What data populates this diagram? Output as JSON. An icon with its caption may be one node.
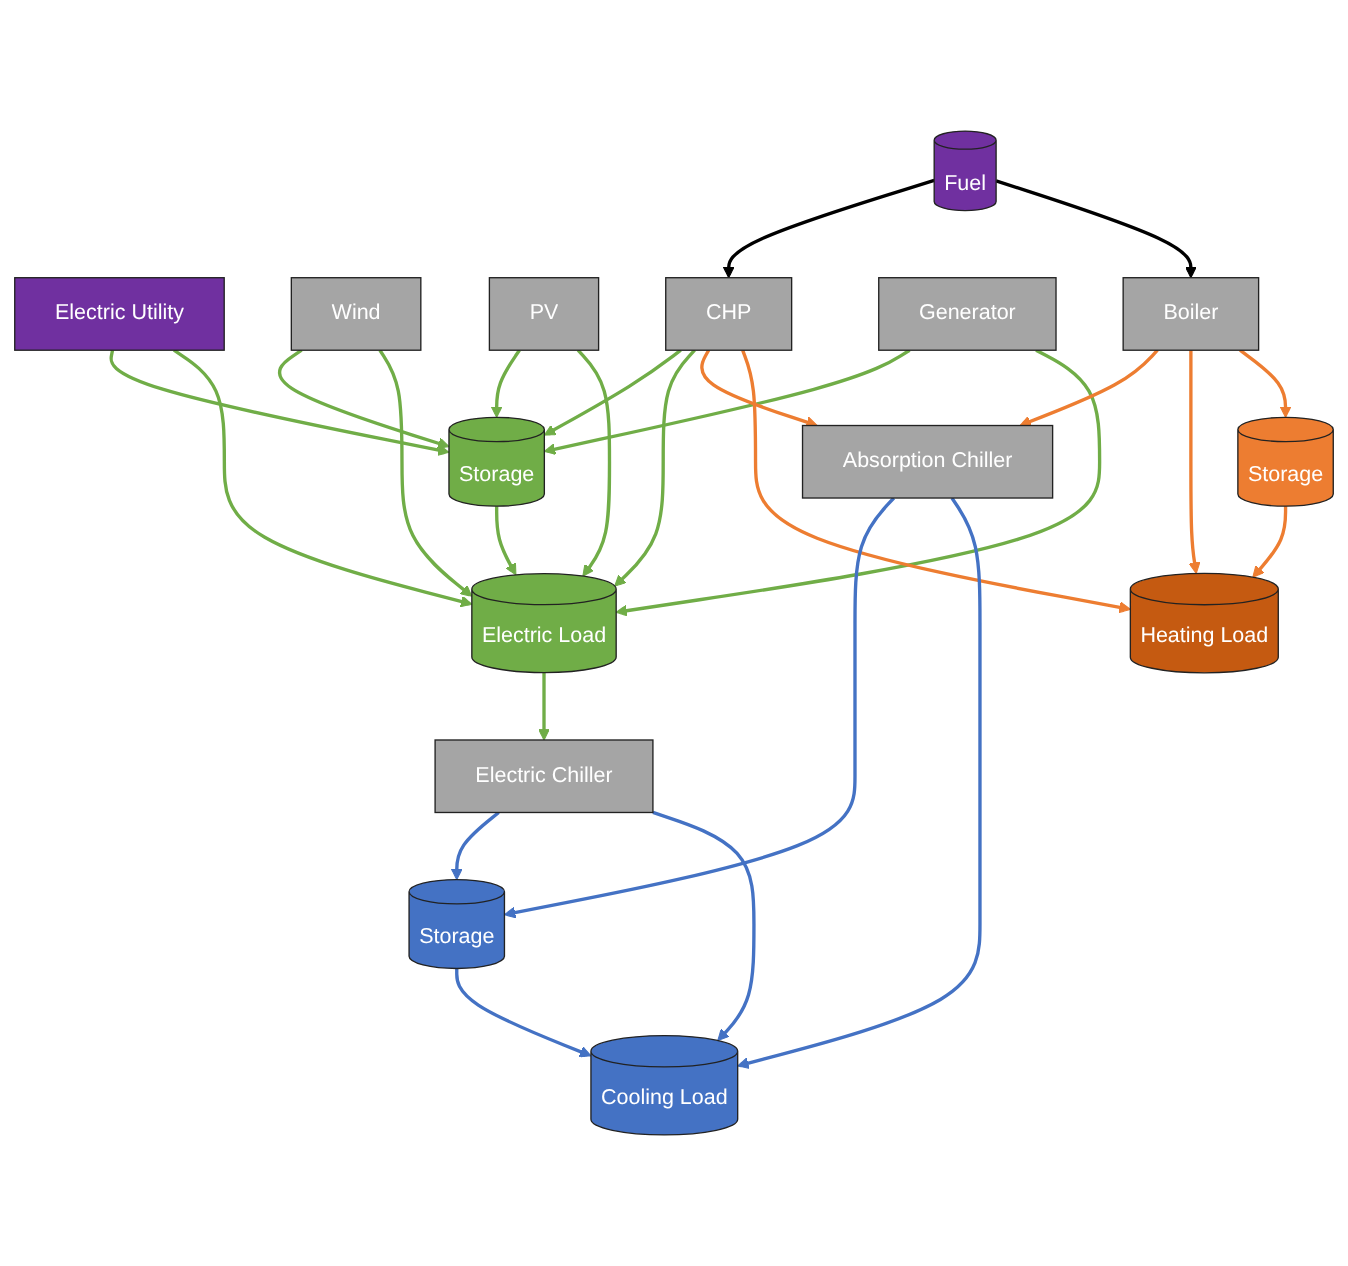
{
  "diagram": {
    "nodes": [
      {
        "text": [
          "Electric Utility"
        ]
      },
      {
        "text": [
          "Wind"
        ]
      },
      {
        "text": [
          "Storage"
        ]
      },
      {
        "text": [
          "PV"
        ]
      },
      {
        "text": [
          "CHP"
        ]
      },
      {
        "text": [
          "Fuel"
        ]
      },
      {
        "text": [
          "Generator"
        ]
      },
      {
        "text": [
          "Electric Load"
        ]
      },
      {
        "text": [
          "Boiler"
        ]
      },
      {
        "text": [
          "Storage"
        ]
      },
      {
        "text": [
          "Storage"
        ]
      },
      {
        "text": [
          "Cooling Load"
        ]
      },
      {
        "text": [
          "Electric Chiller"
        ]
      },
      {
        "text": [
          "Heating Load"
        ]
      },
      {
        "text": [
          "Absorption Chiller"
        ]
      }
    ],
    "edges": [
      {
        "from": 0,
        "to": 2,
        "arrow": "to"
      },
      {
        "from": 0,
        "to": 7,
        "arrow": "to"
      },
      {
        "from": 4,
        "to": 2,
        "arrow": "to"
      },
      {
        "from": 4,
        "to": 7,
        "arrow": "to"
      },
      {
        "from": 1,
        "to": 2,
        "arrow": "to"
      },
      {
        "from": 1,
        "to": 7,
        "arrow": "to"
      },
      {
        "from": 3,
        "to": 2,
        "arrow": "to"
      },
      {
        "from": 3,
        "to": 7,
        "arrow": "to"
      },
      {
        "from": 6,
        "to": 2,
        "arrow": "to"
      },
      {
        "from": 6,
        "to": 7,
        "arrow": "to"
      },
      {
        "from": 2,
        "to": 7,
        "arrow": "to"
      },
      {
        "from": 5,
        "to": 4,
        "arrow": "to",
        "color": "#000000"
      },
      {
        "from": 5,
        "to": 8,
        "arrow": "to",
        "color": "#000000"
      },
      {
        "from": 4,
        "to": 14,
        "arrow": "to",
        "color": "#ed7d31"
      },
      {
        "from": 4,
        "to": 13,
        "arrow": "to",
        "color": "#ed7d31"
      },
      {
        "from": 8,
        "to": 14,
        "arrow": "to",
        "color": "#ed7d31"
      },
      {
        "from": 8,
        "to": 13,
        "arrow": "to",
        "color": "#ed7d31"
      },
      {
        "from": 8,
        "to": 10,
        "arrow": "to",
        "color": "#ed7d31"
      },
      {
        "from": 10,
        "to": 13,
        "arrow": "to",
        "color": "#ed7d31"
      },
      {
        "from": 7,
        "to": 12,
        "arrow": "to"
      },
      {
        "from": 12,
        "to": 9,
        "arrow": "to",
        "color": "#4472c4"
      },
      {
        "from": 12,
        "to": 11,
        "arrow": "to",
        "color": "#4472c4"
      },
      {
        "from": 14,
        "to": 9,
        "arrow": "to",
        "color": "#4472c4"
      },
      {
        "from": 14,
        "to": 11,
        "arrow": "to",
        "color": "#4472c4"
      },
      {
        "from": 9,
        "to": 11,
        "arrow": "to",
        "color": "#4472c4"
      }
    ]
  }
}
